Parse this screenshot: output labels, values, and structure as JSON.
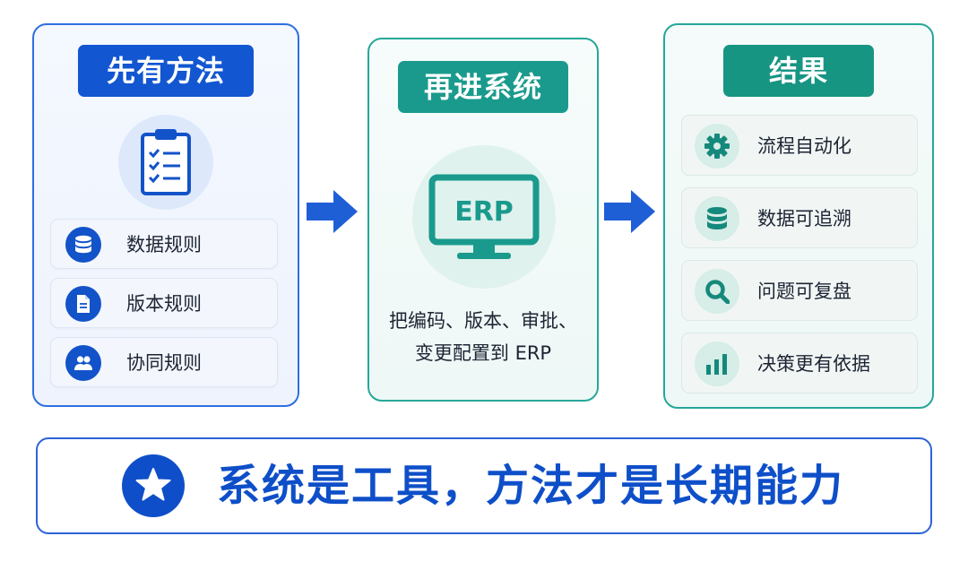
{
  "colors": {
    "blue": "#1256d1",
    "teal": "#1a9a8c",
    "arrow": "#1f5fd6"
  },
  "left": {
    "title": "先有方法",
    "icon": "clipboard-checklist-icon",
    "items": [
      {
        "label": "数据规则",
        "icon": "database-icon"
      },
      {
        "label": "版本规则",
        "icon": "document-icon"
      },
      {
        "label": "协同规则",
        "icon": "users-icon"
      }
    ]
  },
  "middle": {
    "title": "再进系统",
    "icon": "monitor-icon",
    "monitor_text": "ERP",
    "caption_line1": "把编码、版本、审批、",
    "caption_line2": "变更配置到 ERP"
  },
  "right": {
    "title": "结果",
    "items": [
      {
        "label": "流程自动化",
        "icon": "gear-icon"
      },
      {
        "label": "数据可追溯",
        "icon": "database-icon"
      },
      {
        "label": "问题可复盘",
        "icon": "search-icon"
      },
      {
        "label": "决策更有依据",
        "icon": "bar-chart-icon"
      }
    ]
  },
  "footer": {
    "icon": "star-icon",
    "slogan": "系统是工具，方法才是长期能力"
  }
}
